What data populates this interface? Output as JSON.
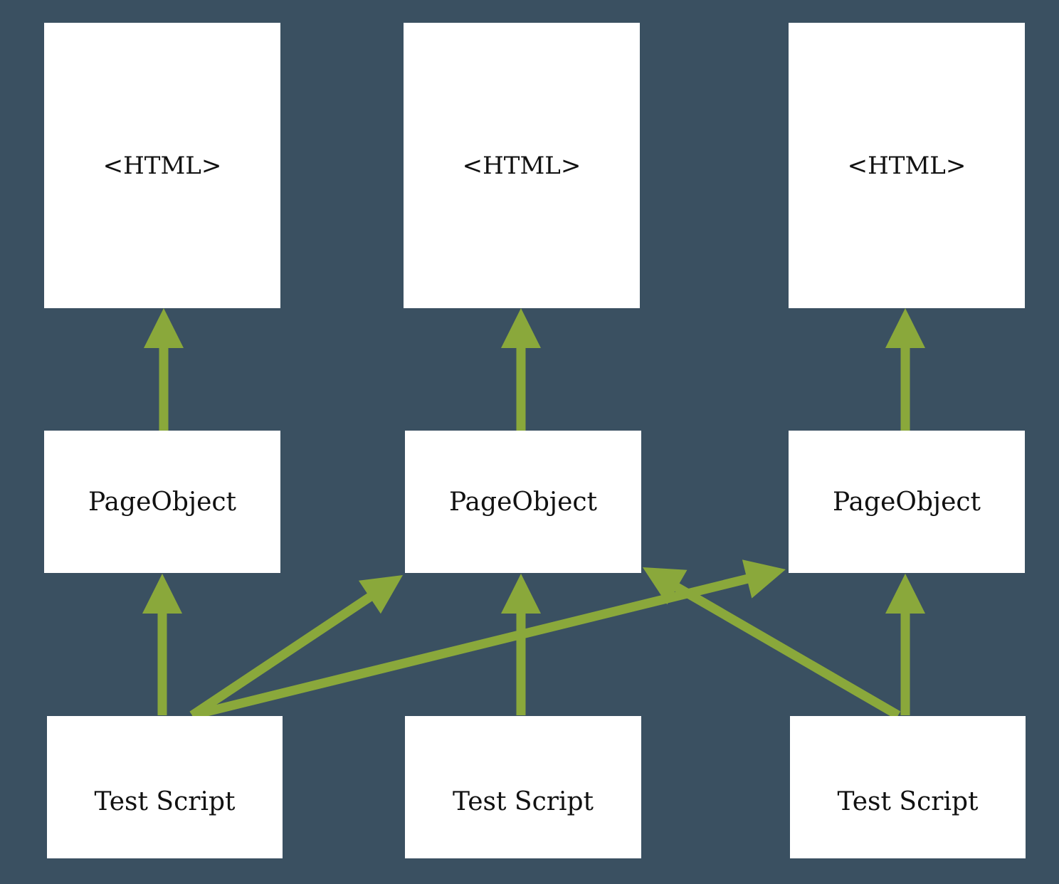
{
  "colors": {
    "background": "#3a5061",
    "box": "#ffffff",
    "arrow": "#8aa83b",
    "text": "#111111"
  },
  "html_boxes": [
    {
      "label": "<HTML>"
    },
    {
      "label": "<HTML>"
    },
    {
      "label": "<HTML>"
    }
  ],
  "page_objects": [
    {
      "label": "PageObject"
    },
    {
      "label": "PageObject"
    },
    {
      "label": "PageObject"
    }
  ],
  "test_scripts": [
    {
      "label": "Test Script"
    },
    {
      "label": "Test Script"
    },
    {
      "label": "Test Script"
    }
  ],
  "connections": [
    {
      "from": "page_objects.0",
      "to": "html_boxes.0"
    },
    {
      "from": "page_objects.1",
      "to": "html_boxes.1"
    },
    {
      "from": "page_objects.2",
      "to": "html_boxes.2"
    },
    {
      "from": "test_scripts.0",
      "to": "page_objects.0"
    },
    {
      "from": "test_scripts.0",
      "to": "page_objects.1"
    },
    {
      "from": "test_scripts.0",
      "to": "page_objects.2"
    },
    {
      "from": "test_scripts.1",
      "to": "page_objects.1"
    },
    {
      "from": "test_scripts.2",
      "to": "page_objects.2"
    },
    {
      "from": "test_scripts.2",
      "to": "page_objects.1"
    }
  ]
}
